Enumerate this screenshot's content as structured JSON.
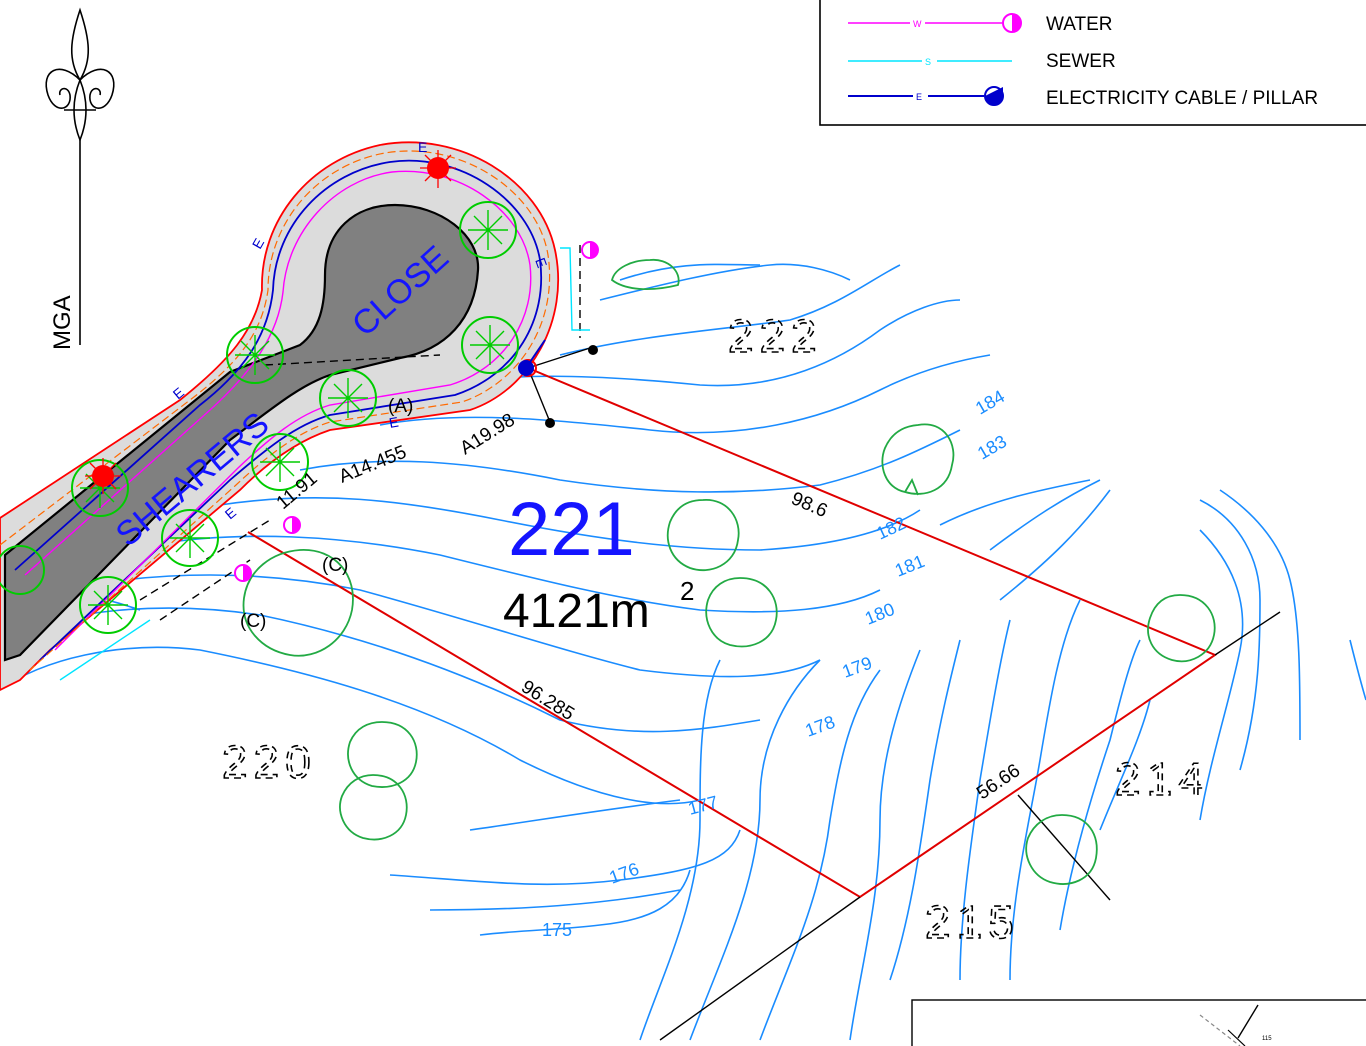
{
  "north": {
    "label": "MGA"
  },
  "legend": {
    "items": [
      {
        "code": "W",
        "label": "WATER",
        "color": "#ff00ff",
        "icon": "water-meter-icon"
      },
      {
        "code": "S",
        "label": "SEWER",
        "color": "#00e5ff",
        "icon": "sewer-line-icon"
      },
      {
        "code": "E",
        "label": "ELECTRICITY CABLE / PILLAR",
        "color": "#0000cc",
        "icon": "electricity-pillar-icon"
      }
    ]
  },
  "road": {
    "name_1": "SHEARERS",
    "name_2": "CLOSE"
  },
  "lot": {
    "number": "221",
    "area": "4121m",
    "area_sup": "2",
    "boundary_color": "#e00000"
  },
  "dimensions": {
    "arc_1": "A19.98",
    "arc_2": "A14.455",
    "short": "11.91",
    "north_east": "98.6",
    "south_west": "96.285",
    "south_east": "56.66"
  },
  "notes": {
    "a": "(A)",
    "c1": "(C)",
    "c2": "(C)"
  },
  "neighbours": {
    "n222": "222",
    "n220": "220",
    "n214": "214",
    "n215": "215"
  },
  "contours": {
    "color": "#1a8cff",
    "labels": [
      "175",
      "176",
      "177",
      "178",
      "179",
      "180",
      "181",
      "182",
      "183",
      "184"
    ]
  },
  "inset": {
    "label": "115"
  }
}
